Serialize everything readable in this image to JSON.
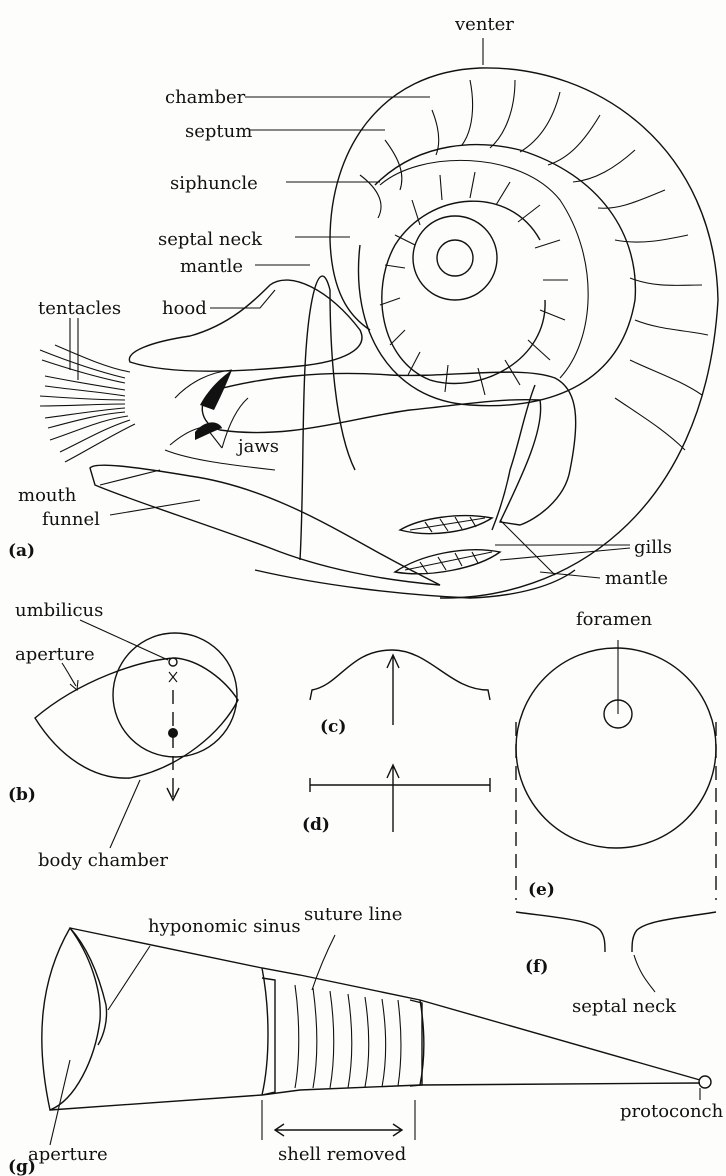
{
  "panels": {
    "a": {
      "label": "(a)",
      "labels": {
        "venter": "venter",
        "chamber": "chamber",
        "septum": "septum",
        "siphuncle": "siphuncle",
        "septal_neck": "septal neck",
        "mantle_top": "mantle",
        "hood": "hood",
        "tentacles": "tentacles",
        "jaws": "jaws",
        "mouth": "mouth",
        "funnel": "funnel",
        "gills": "gills",
        "mantle_bottom": "mantle"
      }
    },
    "b": {
      "label": "(b)",
      "labels": {
        "umbilicus": "umbilicus",
        "aperture": "aperture",
        "body_chamber": "body chamber"
      }
    },
    "c": {
      "label": "(c)"
    },
    "d": {
      "label": "(d)"
    },
    "e": {
      "label": "(e)",
      "labels": {
        "foramen": "foramen"
      }
    },
    "f": {
      "label": "(f)",
      "labels": {
        "septal_neck": "septal neck"
      }
    },
    "g": {
      "label": "(g)",
      "labels": {
        "hyponomic_sinus": "hyponomic sinus",
        "suture_line": "suture line",
        "aperture": "aperture",
        "shell_removed": "shell removed",
        "protoconch": "protoconch"
      }
    }
  }
}
